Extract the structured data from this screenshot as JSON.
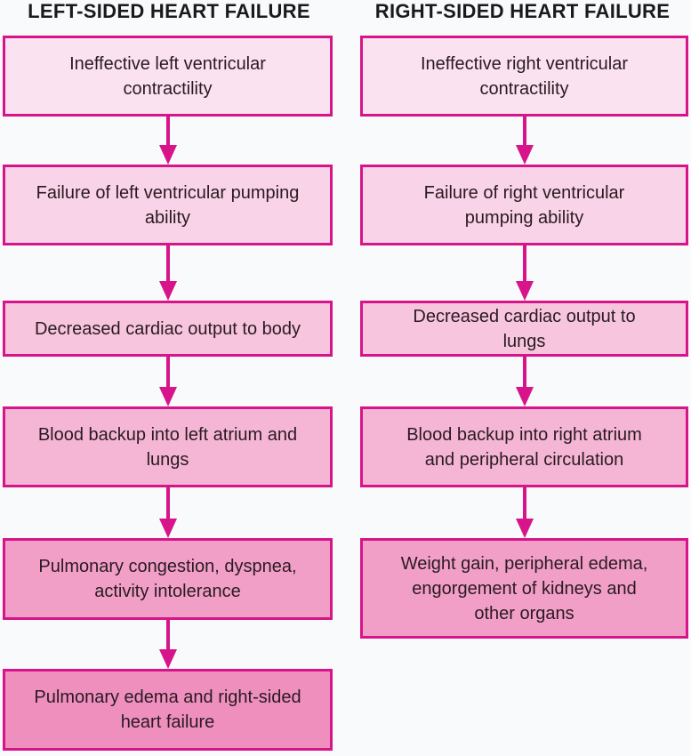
{
  "columns": [
    {
      "title": "LEFT-SIDED HEART FAILURE",
      "boxes": [
        {
          "text": "Ineffective left ventricular contractility",
          "fill": "#fbe2f0"
        },
        {
          "text": "Failure of left ventricular pumping ability",
          "fill": "#f9d3e7"
        },
        {
          "text": "Decreased cardiac output to body",
          "fill": "#f7c6de"
        },
        {
          "text": "Blood backup into left atrium and lungs",
          "fill": "#f4b6d4"
        },
        {
          "text": "Pulmonary congestion, dyspnea, activity intolerance",
          "fill": "#f19fc6"
        },
        {
          "text": "Pulmonary edema and right-sided heart failure",
          "fill": "#ee8fbd"
        }
      ]
    },
    {
      "title": "RIGHT-SIDED HEART FAILURE",
      "boxes": [
        {
          "text": "Ineffective right ventricular contractility",
          "fill": "#fbe2f0"
        },
        {
          "text": "Failure of right ventricular pumping ability",
          "fill": "#f9d3e7"
        },
        {
          "text": "Decreased cardiac output to lungs",
          "fill": "#f7c6de"
        },
        {
          "text": "Blood backup into right atrium and peripheral circulation",
          "fill": "#f4b6d4"
        },
        {
          "text": "Weight gain, peripheral edema, engorgement of kidneys and other organs",
          "fill": "#f19fc6"
        }
      ]
    }
  ]
}
